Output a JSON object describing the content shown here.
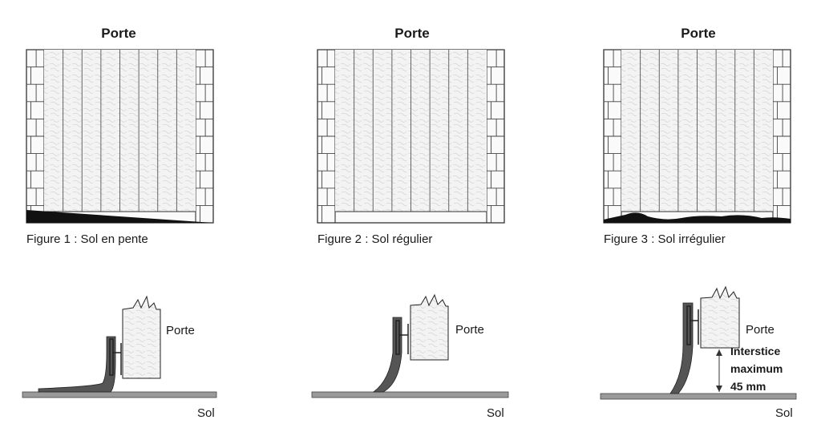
{
  "figures": [
    {
      "title": "Porte",
      "caption": "Figure 1 : Sol en pente"
    },
    {
      "title": "Porte",
      "caption": "Figure 2 : Sol régulier"
    },
    {
      "title": "Porte",
      "caption": "Figure 3 : Sol irrégulier"
    }
  ],
  "details": [
    {
      "door_label": "Porte",
      "floor_label": "Sol"
    },
    {
      "door_label": "Porte",
      "floor_label": "Sol"
    },
    {
      "door_label": "Porte",
      "floor_label": "Sol",
      "gap_line1": "Interstice",
      "gap_line2": "maximum",
      "gap_line3": "45 mm"
    }
  ],
  "colors": {
    "line": "#333333",
    "panel": "#f2f2f2",
    "floor": "#9a9a9a",
    "seal": "#555555",
    "dark": "#111111"
  }
}
